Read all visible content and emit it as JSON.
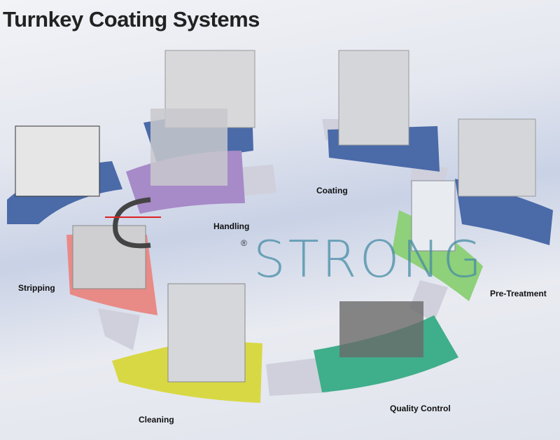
{
  "title": "Turnkey Coating Systems",
  "stages": {
    "coating": "Coating",
    "handling": "Handling",
    "stripping": "Stripping",
    "pre_treatment": "Pre-Treatment",
    "quality_control": "Quality Control",
    "cleaning": "Cleaning"
  },
  "watermark": {
    "text": "STRONG",
    "registered": "®"
  },
  "colors": {
    "blue": "#4a6aa8",
    "purple": "#a78ac8",
    "green": "#8fd07a",
    "teal": "#3fae8a",
    "yellow": "#d8d845",
    "pink": "#e88a86",
    "connector": "#c9cad6"
  }
}
